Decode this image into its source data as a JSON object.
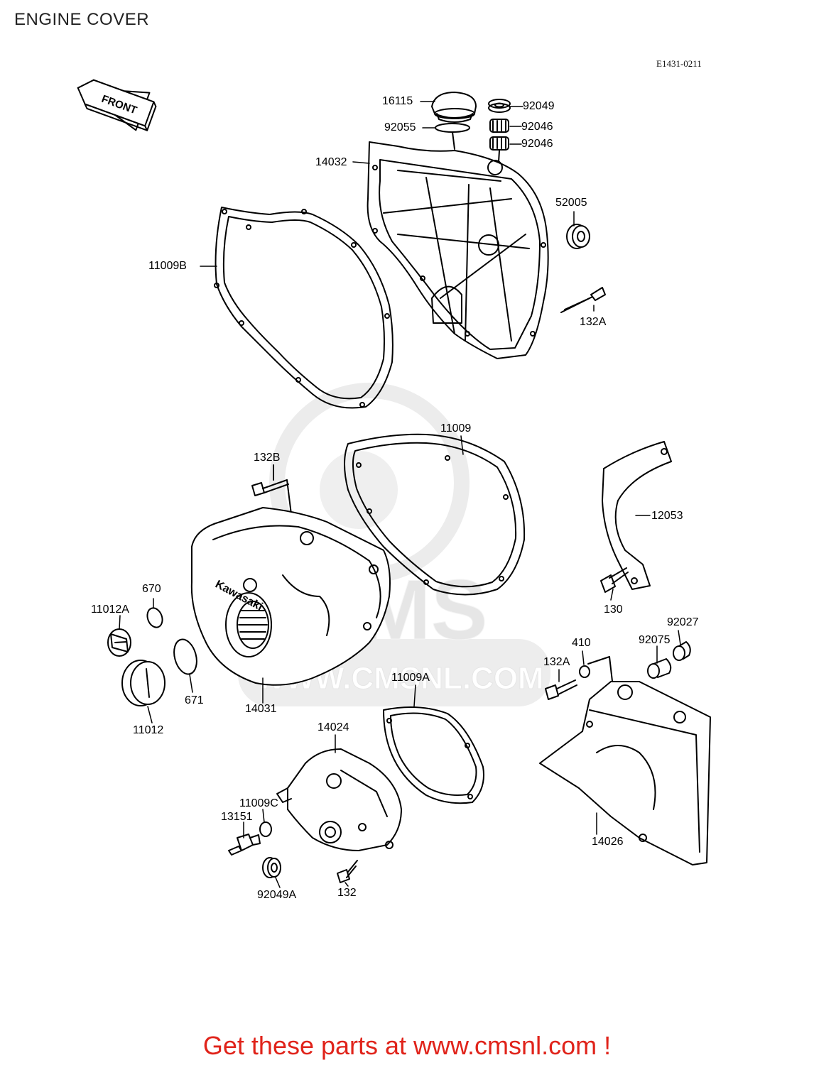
{
  "header": {
    "title": "ENGINE COVER",
    "diagram_code": "E1431-0211"
  },
  "front_marker": "FRONT",
  "watermark": {
    "brand": "CMS",
    "url": "WWW.CMSNL.COM"
  },
  "cover_logo": "Kawasaki",
  "parts": [
    {
      "id": "p16115",
      "label": "16115"
    },
    {
      "id": "p92049",
      "label": "92049"
    },
    {
      "id": "p92055",
      "label": "92055"
    },
    {
      "id": "p92046a",
      "label": "92046"
    },
    {
      "id": "p92046b",
      "label": "92046"
    },
    {
      "id": "p14032",
      "label": "14032"
    },
    {
      "id": "p52005",
      "label": "52005"
    },
    {
      "id": "p11009b",
      "label": "11009B"
    },
    {
      "id": "p132a_top",
      "label": "132A"
    },
    {
      "id": "p11009",
      "label": "11009"
    },
    {
      "id": "p132b",
      "label": "132B"
    },
    {
      "id": "p12053",
      "label": "12053"
    },
    {
      "id": "p670",
      "label": "670"
    },
    {
      "id": "p11012a",
      "label": "11012A"
    },
    {
      "id": "p130",
      "label": "130"
    },
    {
      "id": "p92027",
      "label": "92027"
    },
    {
      "id": "p92075",
      "label": "92075"
    },
    {
      "id": "p410",
      "label": "410"
    },
    {
      "id": "p132a_mid",
      "label": "132A"
    },
    {
      "id": "p11009a",
      "label": "11009A"
    },
    {
      "id": "p671",
      "label": "671"
    },
    {
      "id": "p14031",
      "label": "14031"
    },
    {
      "id": "p11012",
      "label": "11012"
    },
    {
      "id": "p14024",
      "label": "14024"
    },
    {
      "id": "p11009c",
      "label": "11009C"
    },
    {
      "id": "p13151",
      "label": "13151"
    },
    {
      "id": "p14026",
      "label": "14026"
    },
    {
      "id": "p92049a",
      "label": "92049A"
    },
    {
      "id": "p132",
      "label": "132"
    }
  ],
  "footer": {
    "text": "Get these parts at www.cmsnl.com !"
  },
  "colors": {
    "footer": "#e0231a",
    "line": "#000000",
    "watermark": "#e6e6e6"
  }
}
